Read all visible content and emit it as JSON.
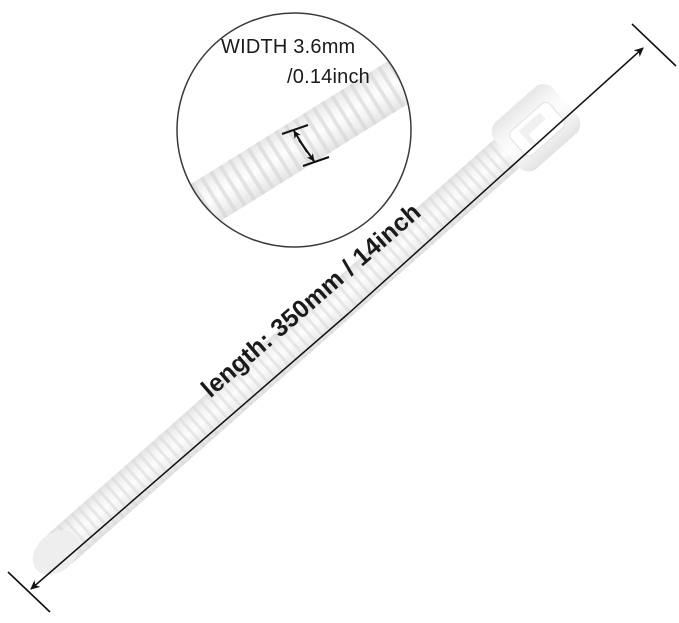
{
  "figure": {
    "title": "Cable tie dimension diagram",
    "product": "nylon cable tie",
    "background_color": "#ffffff",
    "line_color": "#1a1a1a",
    "tie_body_color": "#ededed",
    "tie_highlight_color": "#fbfbfb"
  },
  "callout": {
    "type": "magnifier-circle",
    "width_label_mm": "WIDTH 3.6mm",
    "width_label_inch": "/0.14inch",
    "width_value_mm": "3.6mm",
    "width_value_inch": "0.14inch"
  },
  "length": {
    "label": "length: 350mm / 14inch",
    "value_mm": "350mm",
    "value_inch": "14inch"
  },
  "icons": {
    "magnifier": "magnifier-circle-icon",
    "width_arrow": "double-headed-arrow-icon",
    "length_arrow": "double-headed-dimension-arrow-icon",
    "tie_head": "cable-tie-head-icon",
    "tie_tail": "cable-tie-tail-icon"
  }
}
